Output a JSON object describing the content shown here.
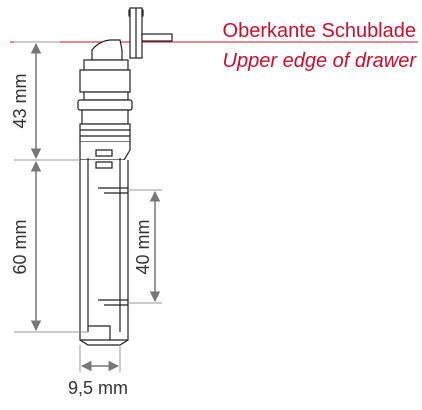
{
  "labels": {
    "top_edge_de": "Oberkante Schublade",
    "top_edge_en": "Upper edge of drawer",
    "dim_upper": "43 mm",
    "dim_lower": "60 mm",
    "dim_slot": "40 mm",
    "dim_width": "9,5 mm"
  },
  "colors": {
    "accent": "#c8102e",
    "outline": "#222222",
    "dimension": "#777777"
  }
}
